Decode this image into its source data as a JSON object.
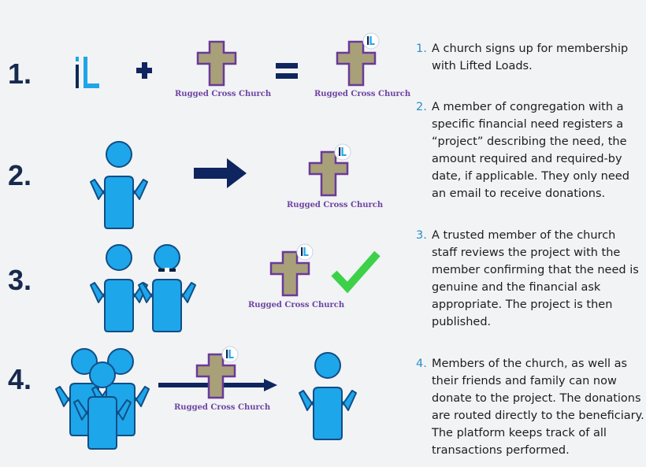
{
  "rows": [
    {
      "number": "1."
    },
    {
      "number": "2."
    },
    {
      "number": "3."
    },
    {
      "number": "4."
    }
  ],
  "church_label": "Rugged Cross Church",
  "colors": {
    "person_fill": "#1ea6ea",
    "person_stroke": "#114e86",
    "cross_fill": "#a8a079",
    "cross_stroke": "#6a3a98",
    "arrow": "#0f2560",
    "check": "#3dd14a",
    "logo_dark": "#0b2a57",
    "logo_light": "#1fa6e8",
    "step_number": "#2a8fc8"
  },
  "steps": [
    {
      "number": "1.",
      "text": "A church signs up for membership with Lifted Loads."
    },
    {
      "number": "2.",
      "text": "A member of congregation with a specific financial need registers a “project” describing the need, the amount required and required-by date, if applicable. They only need an email to receive donations."
    },
    {
      "number": "3.",
      "text": "A trusted member of the church staff reviews the project with the member confirming that the need is genuine and the financial ask appropriate. The project is then published."
    },
    {
      "number": "4.",
      "text": "Members of the church, as well as their friends and family can now donate to the project. The donations are routed directly to the beneficiary. The platform keeps track of all transactions performed."
    }
  ]
}
